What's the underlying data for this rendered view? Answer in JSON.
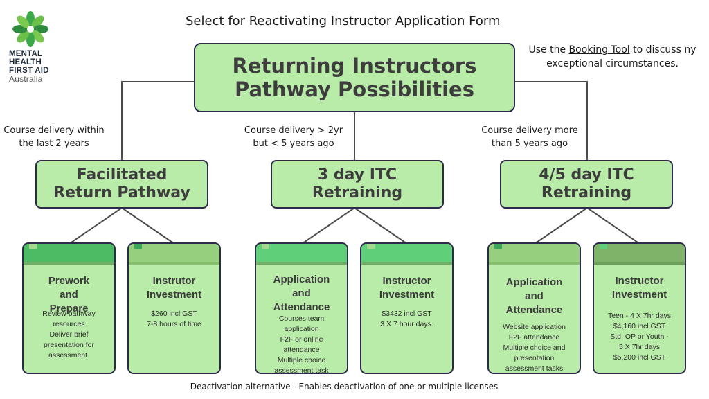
{
  "logo": {
    "line1": "MENTAL",
    "line2": "HEALTH",
    "line3": "FIRST AID",
    "line4": "Australia"
  },
  "header": {
    "prefix": "Select for ",
    "link": "Reactivating Instructor Application Form"
  },
  "booking": {
    "prefix": "Use the ",
    "link": "Booking Tool",
    "suffix": " to discuss ny exceptional circumstances."
  },
  "main_title": {
    "line1": "Returning Instructors",
    "line2": "Pathway Possibilities"
  },
  "branches": [
    {
      "condition_line1": "Course delivery within",
      "condition_line2": "the last 2 years",
      "title_line1": "Facilitated",
      "title_line2": "Return Pathway"
    },
    {
      "condition_line1": "Course delivery  > 2yr",
      "condition_line2": "but < 5 years ago",
      "title_line1": "3 day ITC",
      "title_line2": "Retraining"
    },
    {
      "condition_line1": "Course delivery more",
      "condition_line2": "than 5 years ago",
      "title_line1": "4/5 day ITC",
      "title_line2": "Retraining"
    }
  ],
  "cards": [
    {
      "title": "Prework and Prepare",
      "body": [
        "Review pathway",
        "resources",
        "Deliver brief",
        "presentation for",
        "assessment."
      ]
    },
    {
      "title": "Instrutor Investment",
      "body": [
        "$260 incl GST",
        "7-8 hours of time"
      ]
    },
    {
      "title": "Application and Attendance",
      "body": [
        "Courses team",
        "application",
        "F2F or online",
        "attendance",
        "Multiple choice",
        "assessment task"
      ]
    },
    {
      "title": "Instructor Investment",
      "body": [
        "$3432 incl GST",
        "3 X 7 hour days."
      ]
    },
    {
      "title": "Application and Attendance",
      "body": [
        "Website application",
        "F2F attendance",
        "Multiple choice and",
        "presentation",
        "assessment tasks"
      ]
    },
    {
      "title": "Instructor Investment",
      "body": [
        "Teen - 4 X 7hr days",
        "$4,160 incl GST",
        "Std, OP or Youth -",
        "5 X 7hr days",
        "$5,200 incl GST"
      ]
    }
  ],
  "footer": "Deactivation alternative - Enables deactivation of one or multiple licenses",
  "colors": {
    "box_fill": "#b9eba9",
    "border": "#2c2a4a",
    "logo_green": "#3da84a"
  }
}
